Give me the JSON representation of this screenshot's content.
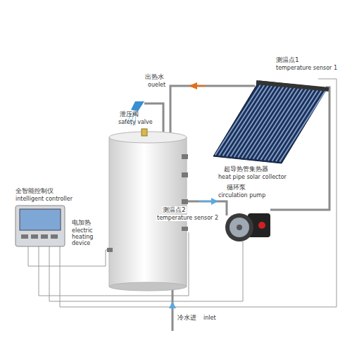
{
  "diagram": {
    "labels": [
      "测温点1",
      "temperature sensor 1",
      "出热水",
      "ouelet",
      "泄压阀",
      "safety valve",
      "超导热管集热器",
      "heat pipe solar collector",
      "循环泵",
      "circulation pump",
      "全智能控制仪",
      "intelligent controller",
      "电加热",
      "electric heating device",
      "测温点2",
      "temperature sensor 2",
      "冷水进",
      "inlet"
    ]
  }
}
